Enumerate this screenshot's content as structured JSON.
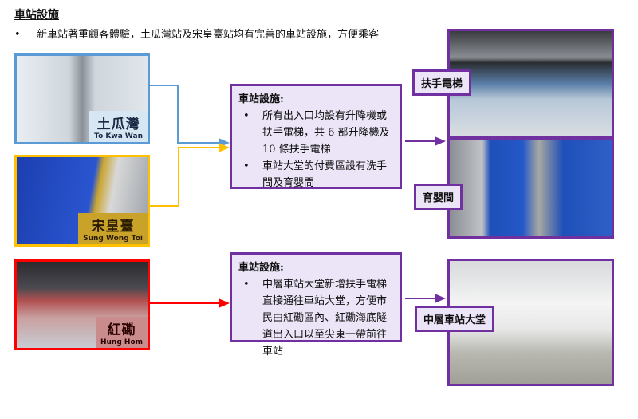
{
  "heading": "車站設施",
  "intro": "新車站著重顧客體驗，土瓜灣站及宋皇臺站均有完善的車站設施，方便乘客",
  "stations": [
    {
      "zh": "土瓜灣",
      "en": "To Kwa Wan",
      "border": "#5b9bd5"
    },
    {
      "zh": "宋皇臺",
      "en": "Sung Wong Toi",
      "border": "#ffc000"
    },
    {
      "zh": "紅磡",
      "en": "Hung Hom",
      "border": "#ff0000"
    }
  ],
  "box1": {
    "title": "車站設施:",
    "items": [
      "所有出入口均設有升降機或扶手電梯，共 6 部升降機及 10 條扶手電梯",
      "車站大堂的付費區設有洗手間及育嬰間"
    ]
  },
  "box2": {
    "title": "車站設施:",
    "items": [
      "中層車站大堂新增扶手電梯直接通往車站大堂，方便市民由紅磡區內、紅磡海底隧道出入口以至尖東一帶前往車站"
    ]
  },
  "photo_labels": [
    "扶手電梯",
    "育嬰間",
    "中層車站大堂"
  ],
  "accent": "#7030a0"
}
